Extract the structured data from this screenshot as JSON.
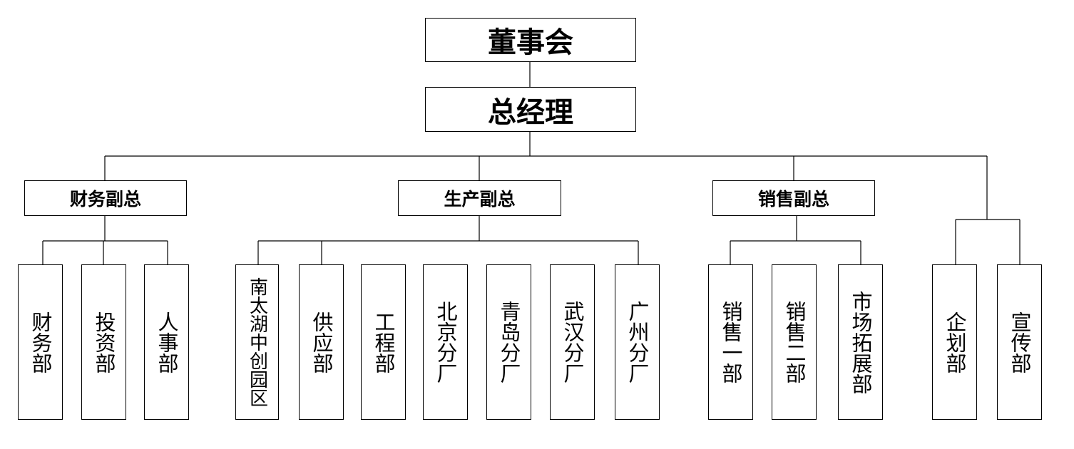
{
  "org": {
    "board": "董事会",
    "gm": "总经理",
    "vps": [
      {
        "label": "财务副总",
        "departments": [
          "财务部",
          "投资部",
          "人事部"
        ]
      },
      {
        "label": "生产副总",
        "departments": [
          "南太湖中创园区",
          "供应部",
          "工程部",
          "北京分厂",
          "青岛分厂",
          "武汉分厂",
          "广州分厂"
        ]
      },
      {
        "label": "销售副总",
        "departments": [
          "销售一部",
          "销售二部",
          "市场拓展部"
        ]
      }
    ],
    "direct_departments": [
      "企划部",
      "宣传部"
    ]
  }
}
